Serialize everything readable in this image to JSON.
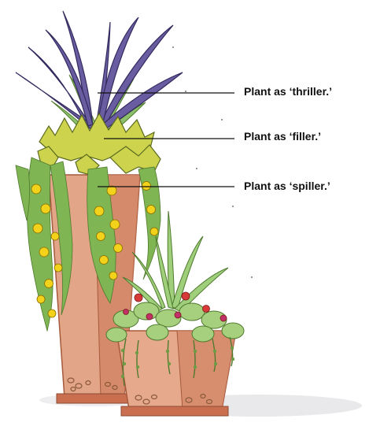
{
  "callouts": {
    "thriller": "Plant as ‘thriller.’",
    "filler": "Plant as ‘filler.’",
    "spiller": "Plant as ‘spiller.’"
  },
  "colors": {
    "pot_terracotta": "#d98f72",
    "pot_shadow": "#c77759",
    "foliage_green": "#7fb552",
    "foliage_dark": "#4f7a2e",
    "chartreuse": "#c8d24a",
    "purple_leaves": "#5b4d8a",
    "yellow_flower": "#f2d21a",
    "red_flower": "#d83a3a",
    "magenta_flower": "#c2306a"
  }
}
